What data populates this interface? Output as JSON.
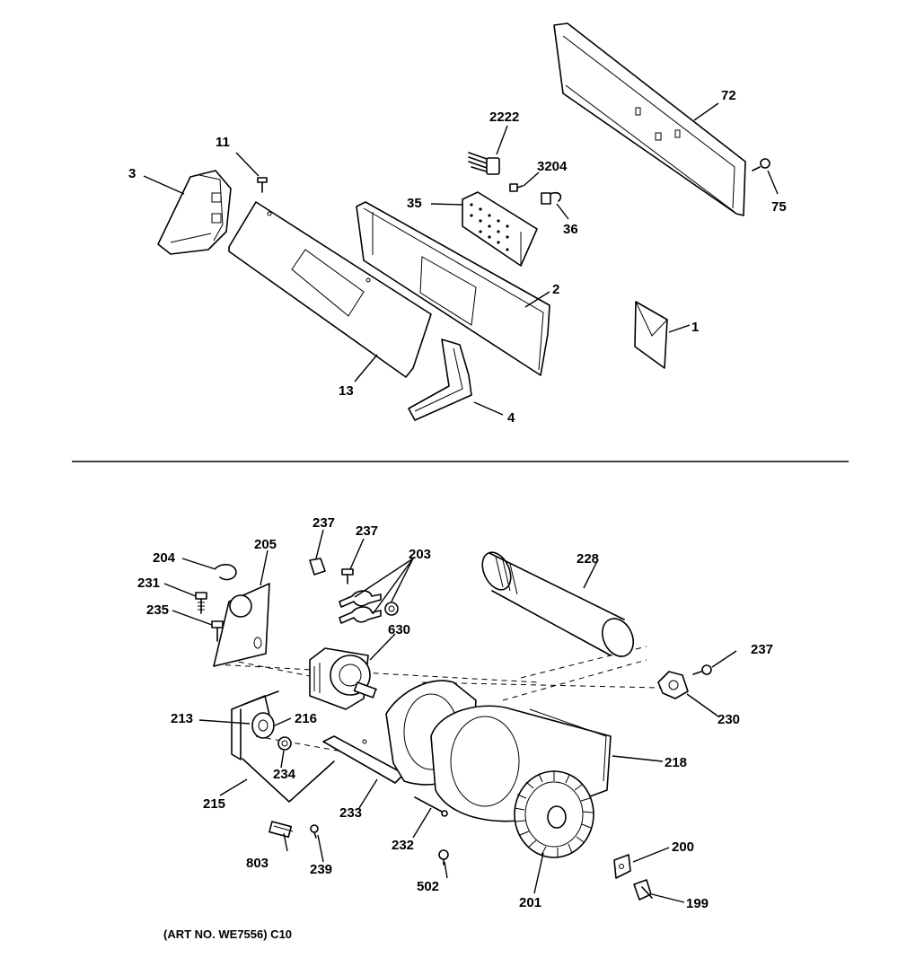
{
  "callouts": {
    "c72": "72",
    "c2222": "2222",
    "c11": "11",
    "c3": "3",
    "c3204": "3204",
    "c35": "35",
    "c36": "36",
    "c75": "75",
    "c2": "2",
    "c1": "1",
    "c13": "13",
    "c4": "4",
    "c237a": "237",
    "c237b": "237",
    "c203": "203",
    "c228": "228",
    "c204": "204",
    "c205": "205",
    "c231": "231",
    "c235": "235",
    "c630": "630",
    "c237c": "237",
    "c213": "213",
    "c216": "216",
    "c230": "230",
    "c218": "218",
    "c234": "234",
    "c215": "215",
    "c233": "233",
    "c232": "232",
    "c200": "200",
    "c803": "803",
    "c239": "239",
    "c502": "502",
    "c201": "201",
    "c199": "199"
  },
  "caption": "(ART NO. WE7556) C10"
}
